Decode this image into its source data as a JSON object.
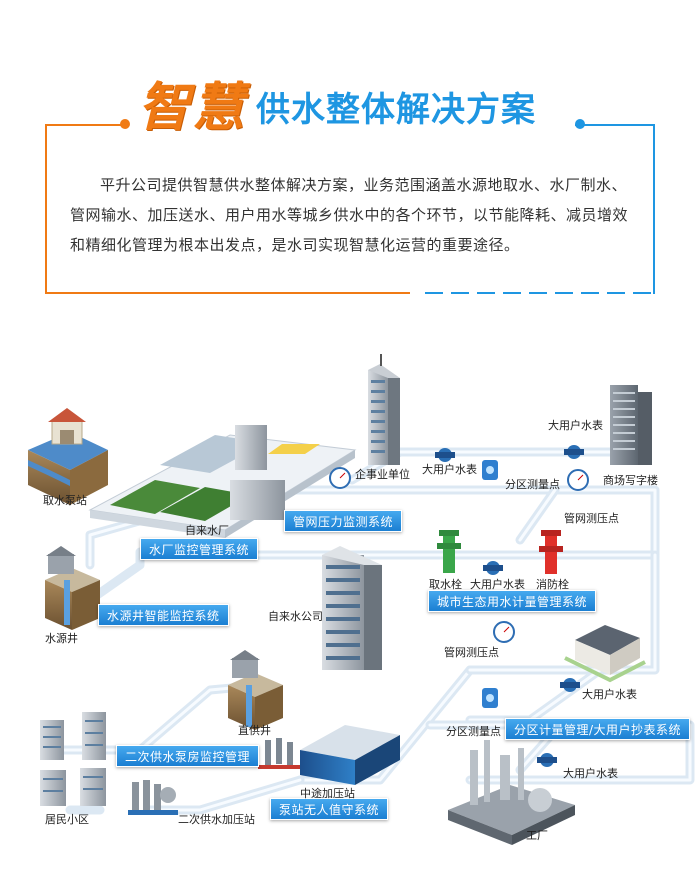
{
  "header": {
    "title_calligraphy": "智慧",
    "title_main": "供水整体解决方案",
    "intro": "平升公司提供智慧供水整体解决方案，业务范围涵盖水源地取水、水厂制水、管网输水、加压送水、用户用水等城乡供水中的各个环节，以节能降耗、减员增效和精细化管理为根本出发点，是水司实现智慧化运营的重要途径。"
  },
  "colors": {
    "accent_orange": "#f07a14",
    "accent_blue": "#1e96e2",
    "label_blue": "#1b7fd2"
  },
  "systems": {
    "water_plant_monitor": "水厂监控管理系统",
    "well_monitor": "水源井智能监控系统",
    "pipe_pressure": "管网压力监测系统",
    "city_metering": "城市生态用水计量管理系统",
    "district_metering": "分区计量管理/大用户抄表系统",
    "secondary_pump": "二次供水泵房监控管理",
    "station_unattended": "泵站无人值守系统"
  },
  "nodes": {
    "intake_station": "取水泵站",
    "water_plant": "自来水厂",
    "water_well": "水源井",
    "enterprise": "企事业单位",
    "big_user_meter_1": "大用户水表",
    "big_user_meter_2": "大用户水表",
    "district_point_1": "分区测量点",
    "office_building": "商场写字楼",
    "pipe_point_1": "管网测压点",
    "water_company": "自来水公司",
    "hydrant_take": "取水栓",
    "big_user_meter_3": "大用户水表",
    "fire_hydrant": "消防栓",
    "pipe_point_2": "管网测压点",
    "big_user_meter_4": "大用户水表",
    "district_point_2": "分区测量点",
    "big_user_meter_5": "大用户水表",
    "direct_well": "直供井",
    "relay_station": "中途加压站",
    "residential": "居民小区",
    "secondary_booster": "二次供水加压站",
    "factory": "工厂"
  }
}
